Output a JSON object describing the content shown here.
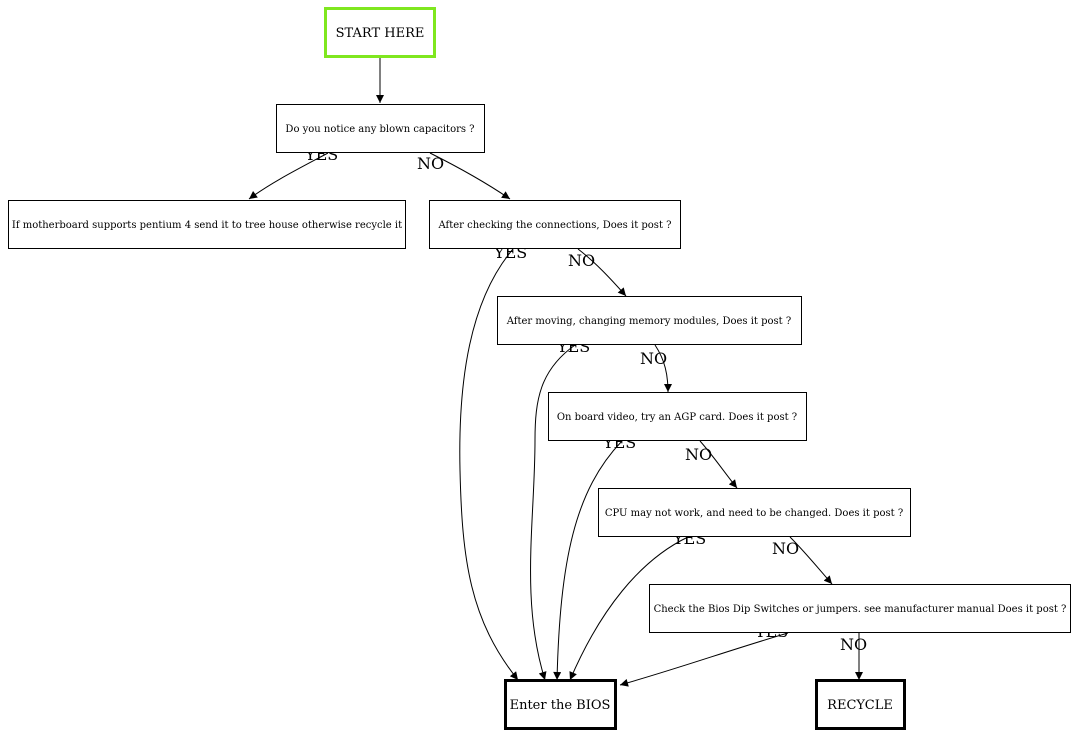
{
  "colors": {
    "start_border": "#7fe71f",
    "line": "#000000",
    "background": "#ffffff"
  },
  "nodes": {
    "start": "START HERE",
    "q1": "Do you notice any blown capacitors ?",
    "p4": "If motherboard supports pentium 4 send it to tree house otherwise recycle it",
    "q2": "After checking the connections, Does it post ?",
    "q3": "After moving, changing memory modules, Does it post ?",
    "q4": "On board video, try an AGP card. Does it post ?",
    "q5": "CPU may not work, and need to be changed. Does it post ?",
    "q6": "Check the Bios Dip Switches or jumpers. see manufacturer manual Does it post ?",
    "bios": "Enter the BIOS",
    "recycle": "RECYCLE"
  },
  "labels": {
    "yes": "YES",
    "no": "NO"
  }
}
